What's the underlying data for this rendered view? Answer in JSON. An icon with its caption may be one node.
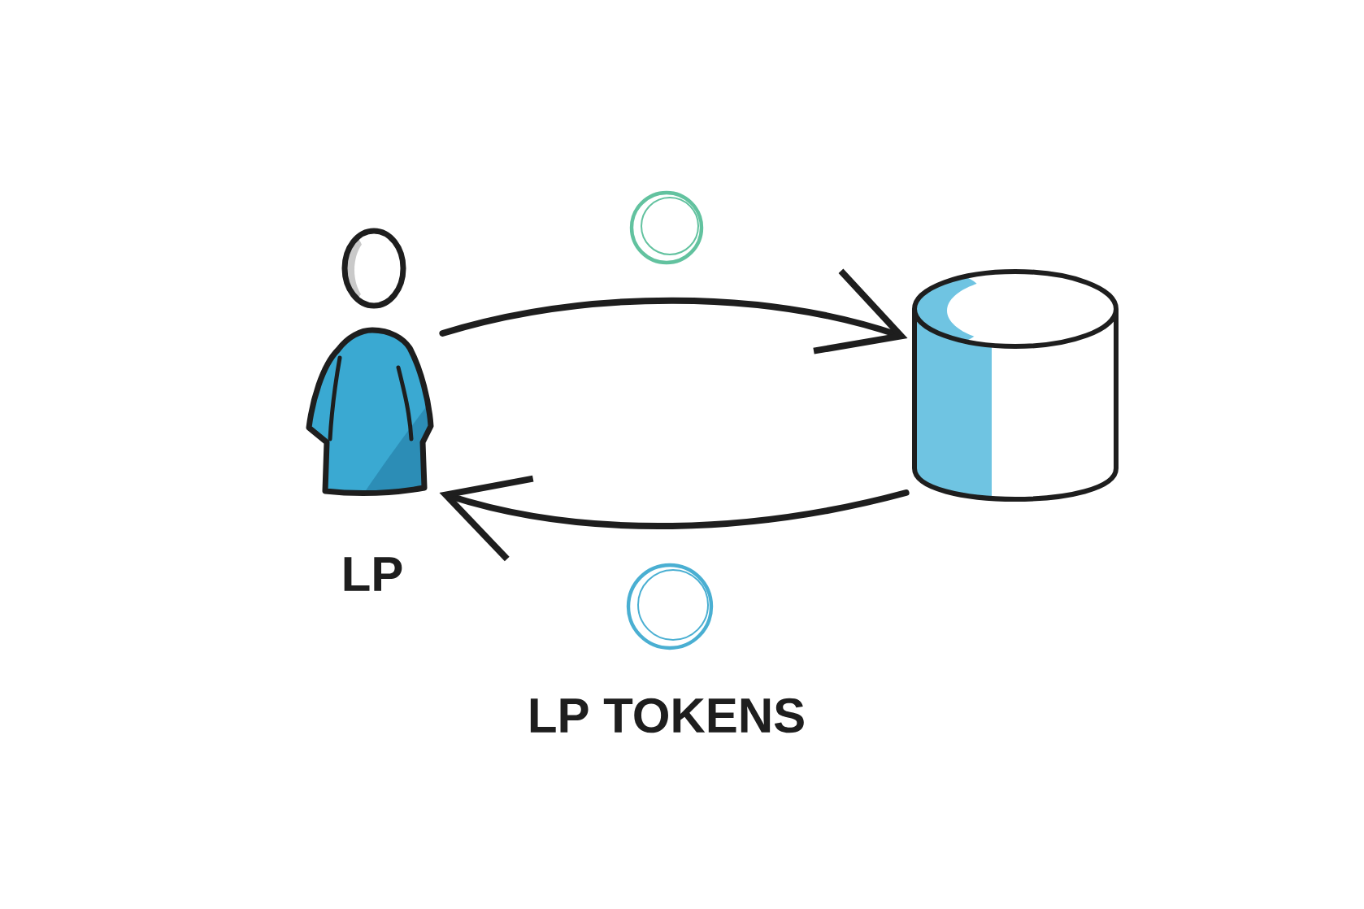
{
  "diagram": {
    "nodes": [
      {
        "text": [],
        "shape": "person",
        "beside": [
          "LP"
        ]
      },
      {
        "text": [],
        "shape": "cylinder"
      }
    ],
    "edges": [
      {
        "from": 0,
        "to": 1,
        "arrow": "to"
      },
      {
        "from": 1,
        "to": 0,
        "arrow": "to"
      }
    ],
    "labels": [
      "LP TOKENS"
    ]
  }
}
